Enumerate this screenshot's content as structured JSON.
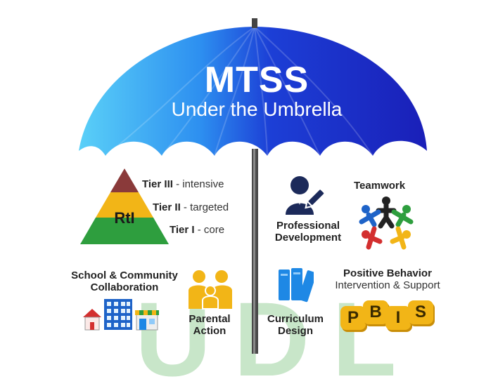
{
  "title": {
    "main": "MTSS",
    "sub": "Under the Umbrella"
  },
  "rti": {
    "pyramid_label": "RtI",
    "tiers": [
      {
        "name": "Tier III",
        "desc": " - intensive",
        "color": "#8a3a3a"
      },
      {
        "name": "Tier II",
        "desc": " - targeted",
        "color": "#f2b517"
      },
      {
        "name": "Tier I",
        "desc": " - core",
        "color": "#2e9e3e"
      }
    ]
  },
  "professional_development": {
    "line1": "Professional",
    "line2": "Development"
  },
  "teamwork": {
    "label": "Teamwork"
  },
  "school_community": {
    "line1": "School & Community",
    "line2": "Collaboration"
  },
  "parental_action": {
    "line1": "Parental",
    "line2": "Action"
  },
  "curriculum_design": {
    "line1": "Curriculum",
    "line2": "Design"
  },
  "positive_behavior": {
    "line1": "Positive Behavior",
    "line2": "Intervention & Support"
  },
  "pbis_tiles": [
    "P",
    "B",
    "I",
    "S"
  ],
  "udl_letters": [
    "U",
    "D",
    "L"
  ],
  "colors": {
    "umbrella_light": "#4fc3f7",
    "umbrella_dark": "#1a1fc4",
    "udl_green": "#c8e6c9",
    "accent_yellow": "#f2b517",
    "icon_blue": "#1e88e5",
    "navy": "#1c2a5a"
  }
}
